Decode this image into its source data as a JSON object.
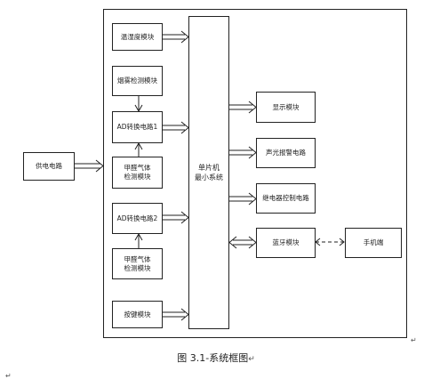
{
  "diagram": {
    "supply": "供电电路",
    "mcu": "单片机\n最小系统",
    "inputs": {
      "temp_humidity": "温湿度模块",
      "smoke": "烟雾检测模块",
      "adc1": "AD转换电路1",
      "formaldehyde": "甲醛气体\n检测模块",
      "adc2": "AD转换电路2",
      "methane": "甲醛气体\n检测模块",
      "keys": "按键模块"
    },
    "outputs": {
      "display": "显示模块",
      "alarm": "声光报警电路",
      "relay": "继电器控制电路",
      "bluetooth": "蓝牙模块",
      "phone": "手机端"
    }
  },
  "caption": "图 3.1-系统框图",
  "return_mark": "↵"
}
